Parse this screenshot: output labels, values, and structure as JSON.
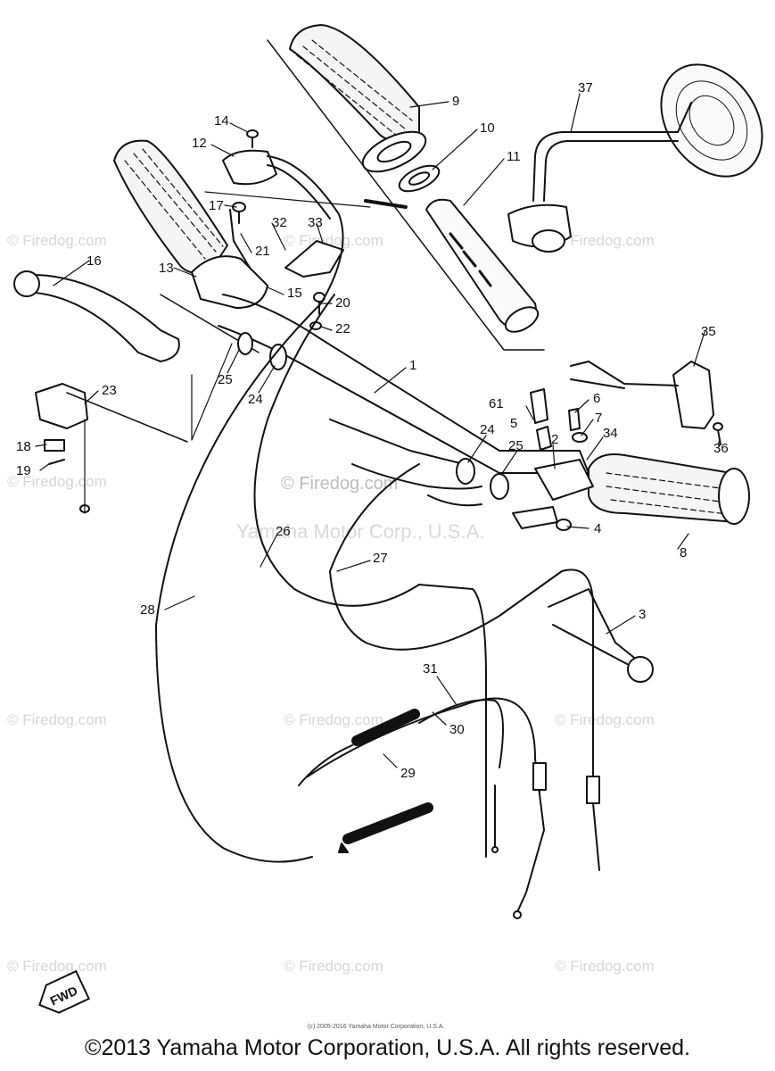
{
  "diagram": {
    "callouts": [
      {
        "id": "c9",
        "label": "9"
      },
      {
        "id": "c10",
        "label": "10"
      },
      {
        "id": "c11",
        "label": "11"
      },
      {
        "id": "c37",
        "label": "37"
      },
      {
        "id": "c14",
        "label": "14"
      },
      {
        "id": "c12",
        "label": "12"
      },
      {
        "id": "c17",
        "label": "17"
      },
      {
        "id": "c32",
        "label": "32"
      },
      {
        "id": "c33",
        "label": "33"
      },
      {
        "id": "c21",
        "label": "21"
      },
      {
        "id": "c16",
        "label": "16"
      },
      {
        "id": "c13",
        "label": "13"
      },
      {
        "id": "c15",
        "label": "15"
      },
      {
        "id": "c20",
        "label": "20"
      },
      {
        "id": "c22",
        "label": "22"
      },
      {
        "id": "c1",
        "label": "1"
      },
      {
        "id": "c35",
        "label": "35"
      },
      {
        "id": "c23",
        "label": "23"
      },
      {
        "id": "c25a",
        "label": "25"
      },
      {
        "id": "c24a",
        "label": "24"
      },
      {
        "id": "c61",
        "label": "61"
      },
      {
        "id": "c6",
        "label": "6"
      },
      {
        "id": "c5",
        "label": "5"
      },
      {
        "id": "c7",
        "label": "7"
      },
      {
        "id": "c24b",
        "label": "24"
      },
      {
        "id": "c25b",
        "label": "25"
      },
      {
        "id": "c2",
        "label": "2"
      },
      {
        "id": "c34",
        "label": "34"
      },
      {
        "id": "c36",
        "label": "36"
      },
      {
        "id": "c18",
        "label": "18"
      },
      {
        "id": "c19",
        "label": "19"
      },
      {
        "id": "c4",
        "label": "4"
      },
      {
        "id": "c8",
        "label": "8"
      },
      {
        "id": "c26",
        "label": "26"
      },
      {
        "id": "c27",
        "label": "27"
      },
      {
        "id": "c28",
        "label": "28"
      },
      {
        "id": "c3",
        "label": "3"
      },
      {
        "id": "c31",
        "label": "31"
      },
      {
        "id": "c30",
        "label": "30"
      },
      {
        "id": "c29",
        "label": "29"
      }
    ],
    "fwd_label": "FWD"
  },
  "watermarks": {
    "firedog": "© Firedog.com",
    "center": "© Firedog.com",
    "corp": "Yamaha Motor Corp., U.S.A.",
    "fine_print": "(c) 2005-2016 Yamaha Motor Corporation, U.S.A."
  },
  "footer": {
    "copyright": "©2013 Yamaha Motor Corporation, U.S.A. All rights reserved."
  }
}
